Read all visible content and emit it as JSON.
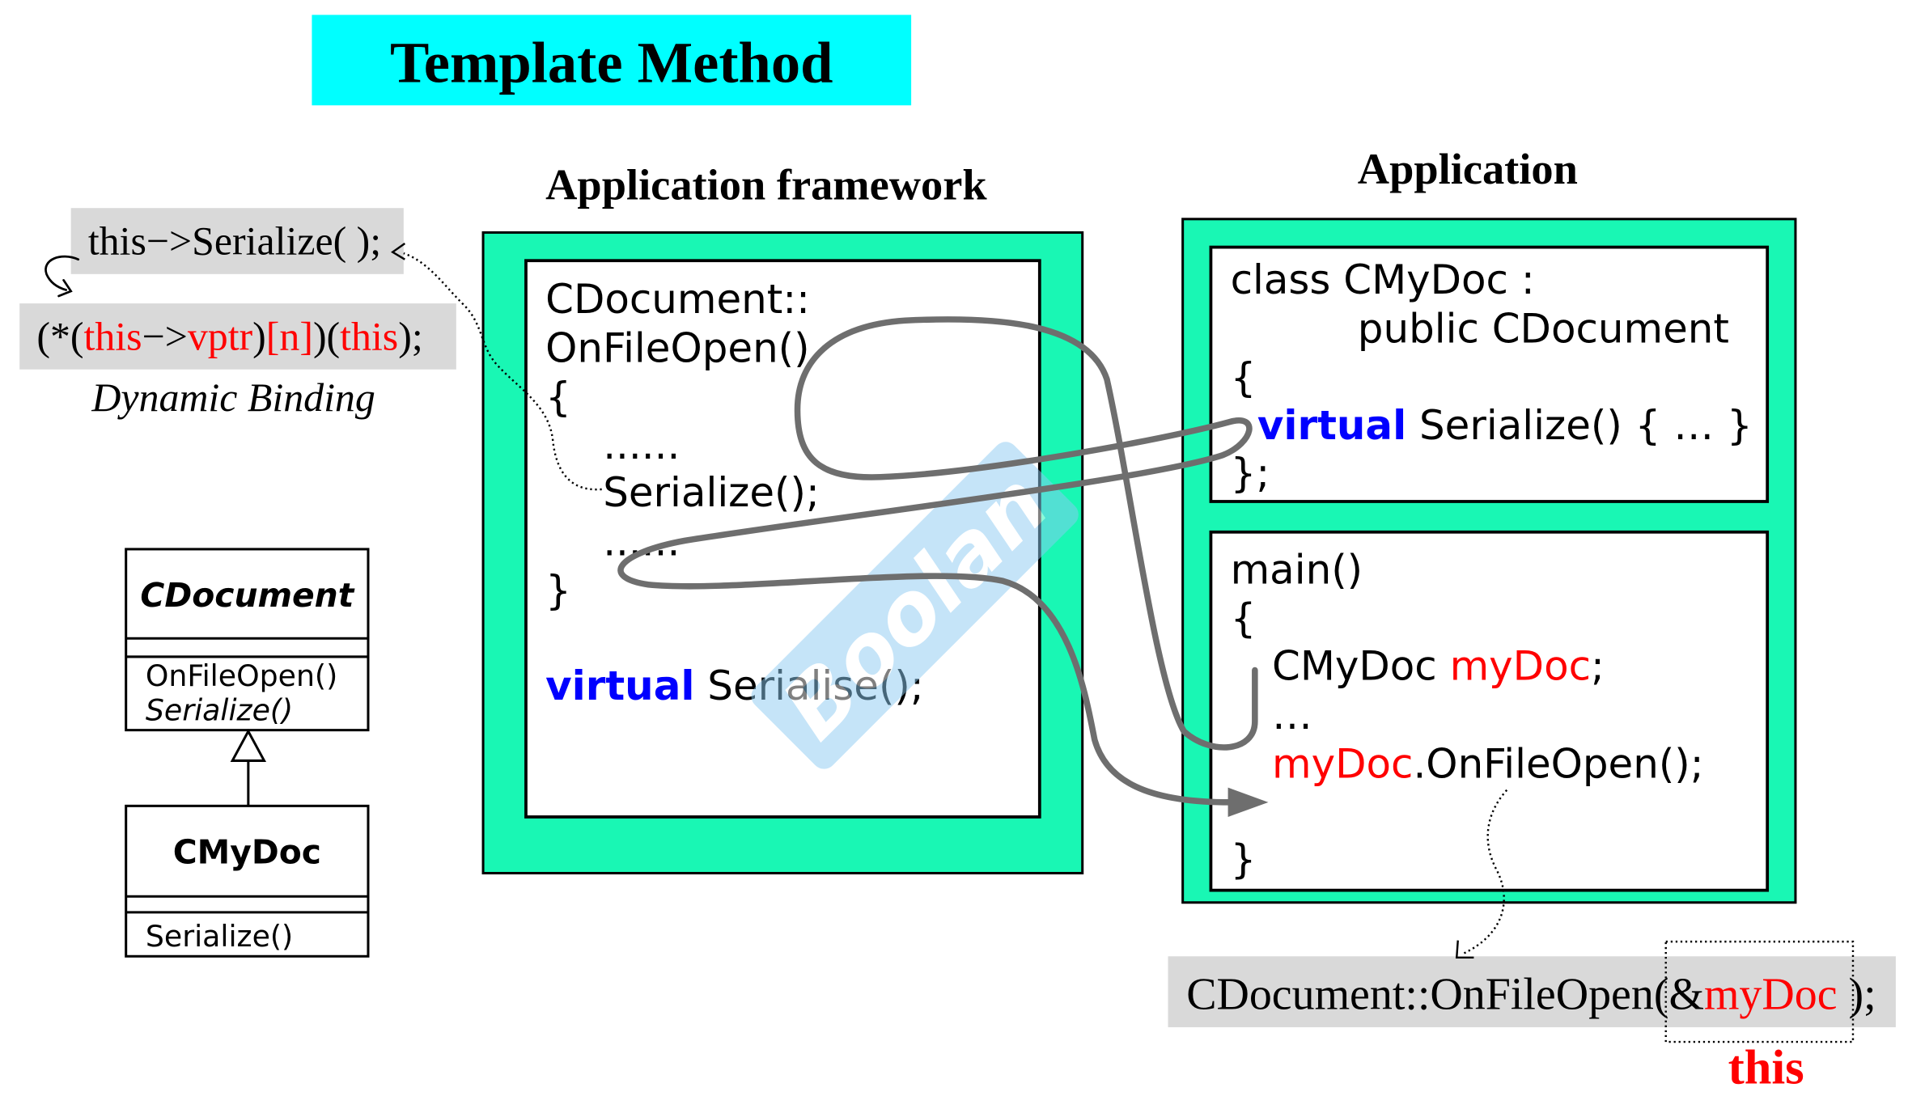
{
  "title": "Template Method",
  "colors": {
    "title_bg": "#00FFFF",
    "panel": "#19F7B4",
    "callout_bg": "#D9D9D9",
    "keyword": "#0000FF",
    "highlight": "#FF0000",
    "flow_arrow": "#6E6E6E",
    "watermark": "#8CCBF2"
  },
  "framework": {
    "heading": "Application framework",
    "code": [
      [
        "CDocument::"
      ],
      [
        "OnFileOpen()"
      ],
      [
        "{"
      ],
      [
        "......"
      ],
      [
        "Serialize();"
      ],
      [
        "......"
      ],
      [
        "}"
      ],
      [
        "virtual",
        " Serialise();"
      ]
    ]
  },
  "application": {
    "heading": "Application",
    "class_code": [
      [
        "class CMyDoc :"
      ],
      [
        "public CDocument"
      ],
      [
        "{"
      ],
      [
        "virtual",
        " Serialize() { … }"
      ],
      [
        "};"
      ]
    ],
    "main_code": [
      [
        "main()"
      ],
      [
        "{"
      ],
      [
        "CMyDoc ",
        "myDoc",
        ";"
      ],
      [
        "…"
      ],
      [
        "myDoc",
        ".OnFileOpen();"
      ],
      [
        "}"
      ]
    ]
  },
  "dynamic_binding": {
    "call": "this−>Serialize( );",
    "expansion": [
      "(*(",
      "this",
      "−>",
      "vptr",
      ")",
      "[n]",
      ")(",
      "this",
      ");"
    ],
    "caption": "Dynamic Binding"
  },
  "uml": {
    "base_class": {
      "name": "CDocument",
      "operations": [
        "OnFileOpen()",
        "Serialize()"
      ]
    },
    "derived_class": {
      "name": "CMyDoc",
      "operations": [
        "Serialize()"
      ]
    }
  },
  "framework_call": {
    "parts": [
      "CDocument::OnFileOpen(",
      "&",
      "myDoc",
      " );"
    ],
    "annotation": "this"
  },
  "watermark": {
    "text": "Boolan"
  },
  "icons": {
    "dispatch": "curved-arrow-icon",
    "inheritance": "hollow-triangle-icon"
  }
}
